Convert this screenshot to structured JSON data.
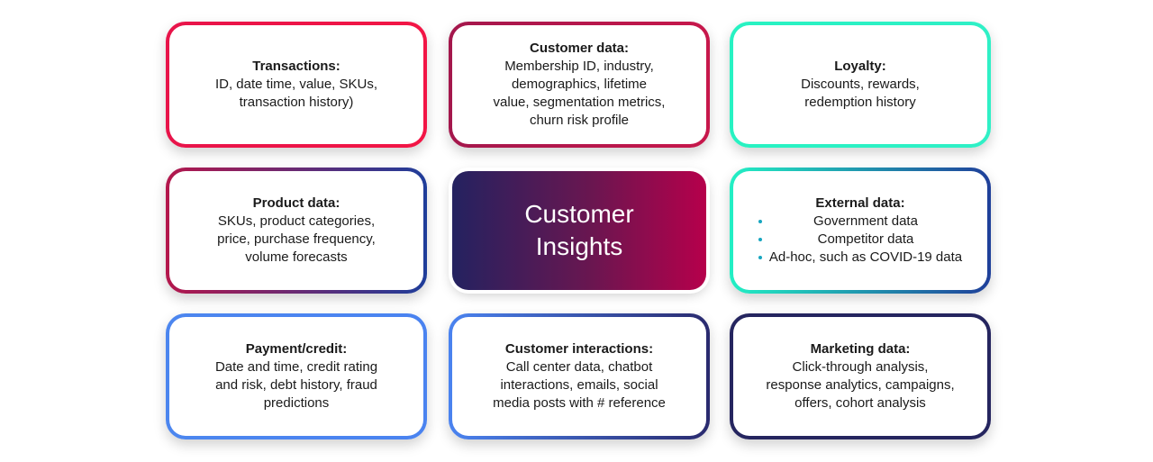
{
  "center": {
    "label": "Customer\nInsights"
  },
  "cards": {
    "transactions": {
      "title": "Transactions:",
      "body": "ID, date time, value, SKUs,\ntransaction history)"
    },
    "customer_data": {
      "title": "Customer data:",
      "body": "Membership ID, industry,\ndemographics, lifetime\nvalue, segmentation metrics,\nchurn risk profile"
    },
    "loyalty": {
      "title": "Loyalty:",
      "body": "Discounts, rewards,\nredemption history"
    },
    "product_data": {
      "title": "Product data:",
      "body": "SKUs, product categories,\nprice, purchase frequency,\nvolume forecasts"
    },
    "external_data": {
      "title": "External data:",
      "items": [
        "Government data",
        "Competitor data",
        "Ad-hoc, such as COVID-19 data"
      ]
    },
    "payment_credit": {
      "title": "Payment/credit:",
      "body": "Date and time, credit rating\nand risk, debt history, fraud\npredictions"
    },
    "customer_interactions": {
      "title": "Customer interactions:",
      "body": "Call center data, chatbot\ninteractions, emails, social\nmedia posts with # reference"
    },
    "marketing_data": {
      "title": "Marketing data:",
      "body": "Click-through analysis,\nresponse analytics, campaigns,\noffers, cohort analysis"
    }
  },
  "colors": {
    "center_gradient_start": "#242260",
    "center_gradient_end": "#b6004b",
    "red": "#e8144a",
    "magenta": "#b4174c",
    "teal": "#27f2c2",
    "royal_blue": "#1e3d9a",
    "light_blue": "#4a83f0",
    "navy": "#25255f",
    "bullet": "#17a6c0"
  }
}
